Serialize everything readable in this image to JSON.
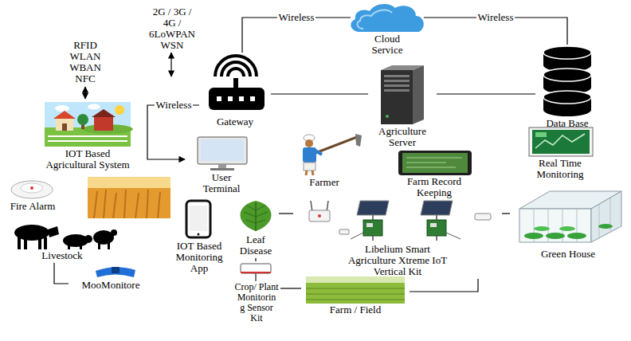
{
  "diagram": {
    "nodes": [
      {
        "text": [
          "Cloud Service"
        ]
      },
      {
        "text": [
          "Gateway"
        ]
      },
      {
        "text": [
          "Agriculture Server"
        ]
      },
      {
        "text": [
          "Data Base"
        ]
      },
      {
        "text": [
          "IOT Based Agricultural System"
        ]
      },
      {
        "text": [
          "User Terminal"
        ]
      },
      {
        "text": [
          "Farmer"
        ]
      },
      {
        "text": [
          "Farm Record Keeping"
        ]
      },
      {
        "text": [
          "Real Time Monitoring"
        ]
      },
      {
        "text": [
          "Fire Alarm"
        ]
      },
      {
        "text": [
          "Livestock"
        ]
      },
      {
        "text": [
          "MooMonitore"
        ]
      },
      {
        "text": [
          "IOT Based Monitoring App"
        ]
      },
      {
        "text": [
          "Leaf Disease"
        ]
      },
      {
        "text": [
          "Libelium Smart Agriculture Xtreme IoT Vertical Kit"
        ]
      },
      {
        "text": [
          "Green House"
        ]
      },
      {
        "text": [
          "Crop/ Plant Monitorin g Sensor Kit"
        ]
      },
      {
        "text": [
          "Farm / Field"
        ]
      }
    ],
    "edges": [
      {
        "from": 1,
        "to": 0,
        "arrow": "none",
        "label": "Wireless"
      },
      {
        "from": 0,
        "to": 3,
        "arrow": "none",
        "label": "Wireless"
      },
      {
        "from": 1,
        "to": 2,
        "arrow": "none"
      },
      {
        "from": 2,
        "to": 3,
        "arrow": "none"
      },
      {
        "from": 1,
        "to": 5,
        "arrow": "to",
        "label": "Wireless"
      },
      {
        "from": 13,
        "to": 14,
        "arrow": "none"
      },
      {
        "from": 14,
        "to": 15,
        "arrow": "none"
      },
      {
        "from": 13,
        "to": 16,
        "arrow": "none"
      },
      {
        "from": 16,
        "to": 17,
        "arrow": "none"
      },
      {
        "from": 17,
        "to": 14,
        "arrow": "none"
      },
      {
        "from": 10,
        "to": 11,
        "arrow": "none"
      }
    ],
    "labels": [
      "RFID WLAN WBAN NFC",
      "2G / 3G / 4G / 6LoWPAN WSN"
    ]
  }
}
